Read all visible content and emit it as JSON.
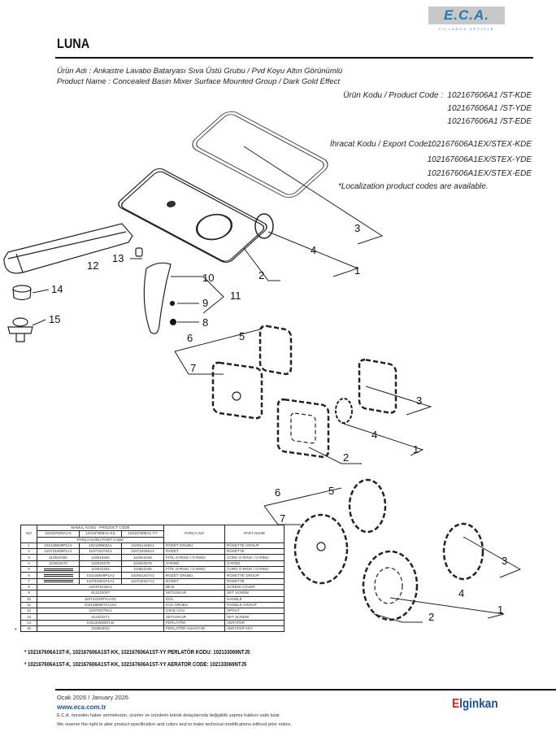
{
  "header": {
    "brand_logo": "E.C.A.",
    "brand_tagline": "YILLARCA KEYIFLE",
    "title": "LUNA",
    "product_name_tr": "Ürün Adı : Ankastre Lavabo Bataryası Sıva Üstü Grubu / Pvd Koyu Altın Görünümlü",
    "product_name_en": "Product Name : Concealed Basin Mixer Surface Mounted Group / Dark Gold Effect",
    "product_code_label": "Ürün Kodu / Product Code :",
    "product_codes": [
      "102167606A1 /ST-KDE",
      "102167606A1 /ST-YDE",
      "102167606A1 /ST-EDE"
    ],
    "export_code_label": "İhracat Kodu / Export Code :",
    "export_codes": [
      "102167606A1EX/STEX-KDE",
      "102167606A1EX/STEX-YDE",
      "102167606A1EX/STEX-EDE"
    ],
    "localization_note": "*Localization product codes are available."
  },
  "callouts": [
    "1",
    "2",
    "3",
    "4",
    "5",
    "6",
    "7",
    "8",
    "9",
    "10",
    "11",
    "12",
    "13",
    "14",
    "15"
  ],
  "table": {
    "no_header": "NO",
    "product_code_header": "MAMUL KODU - PRODUCT CODE",
    "product_codes": [
      "102167606A1-K",
      "102167606A1-KK",
      "102167606A1-YY"
    ],
    "part_code_header": "PARÇA KODU-PART CODE",
    "part_name_tr_header": "PARÇA ADI",
    "part_name_en_header": "PART NAME",
    "rows": [
      {
        "no": "1",
        "codes": [
          "102128639P1A1",
          "102126903A1",
          "102051348A1"
        ],
        "tr": "ROZET GRUBU",
        "en": "ROSETTE GROUP"
      },
      {
        "no": "2",
        "codes": [
          "110715346P1A1",
          "110713373A1",
          "110715346A1"
        ],
        "tr": "ROZET",
        "en": "ROSETTE"
      },
      {
        "no": "3",
        "codes": [
          "110810352",
          "110810464",
          "110810348"
        ],
        "tr": "FİTİL O-RING / O-RING",
        "en": "CORD O-RING / O-RING"
      },
      {
        "no": "4",
        "codes": [
          "110810470",
          "110810479",
          "110810479"
        ],
        "tr": "O-RING",
        "en": "O-RING"
      },
      {
        "no": "5",
        "codes": [
          "",
          "110810354",
          "110810346"
        ],
        "tr": "FİTİL O-RING / O-RING",
        "en": "CORD O-RING / O-RING"
      },
      {
        "no": "6",
        "codes": [
          "",
          "102128649P1A1",
          "102051347A1"
        ],
        "tr": "ROZET GRUBU",
        "en": "ROSETTE GROUP"
      },
      {
        "no": "7",
        "codes": [
          "",
          "110715351P1A1",
          "110715347A1"
        ],
        "tr": "ROZET",
        "en": "ROSETTE"
      },
      {
        "no": "8",
        "code": "410701015A1",
        "tr": "BİCE",
        "en": "SCREW COVER"
      },
      {
        "no": "9",
        "code": "412222007",
        "tr": "SETUSKUR",
        "en": "SET SCREW"
      },
      {
        "no": "10",
        "code": "110712229T1A1S1",
        "tr": "KOL",
        "en": "HANDLE"
      },
      {
        "no": "11",
        "code": "102128695T1A1S1",
        "tr": "KOL GRUBU",
        "en": "HANDLE GROUP"
      },
      {
        "no": "12",
        "code": "110702278A1",
        "tr": "ÇIKIŞ UCU",
        "en": "SPOUT"
      },
      {
        "no": "13",
        "code": "112222271",
        "tr": "SETUSKUR",
        "en": "SET SCREW"
      },
      {
        "no": "14",
        "code": "102133069NTJ2",
        "tr": "PERLATÖR",
        "en": "AERATOR",
        "star": "*"
      },
      {
        "no": "15",
        "code": "110804014",
        "tr": "PERLATÖR ANAHTARI",
        "en": "AERATOR KEY"
      }
    ]
  },
  "notes": [
    "* 102167606A1ST-K, 102167606A1ST-KK, 102167606A1ST-YY PERLATÖR KODU: 102133069NTJ5",
    "* 102167606A1ST-K, 102167606A1ST-KK, 102167606A1ST-YY AERATOR CODE: 102133069NTJ5"
  ],
  "footer": {
    "date": "Ocak 2026 / January 2026",
    "website": "www.eca.com.tr",
    "disclaimer_tr": "E.C.A. önceden haber vermeksizin, ürünler ve ürünlerin teknik detaylarında değişiklik yapma hakkını saklı tutar.",
    "disclaimer_en": "We reserve the right to alter product specification and colors and to make technical modifications without prior notice.",
    "logo_prefix": "E",
    "logo_text": "lginkan"
  }
}
